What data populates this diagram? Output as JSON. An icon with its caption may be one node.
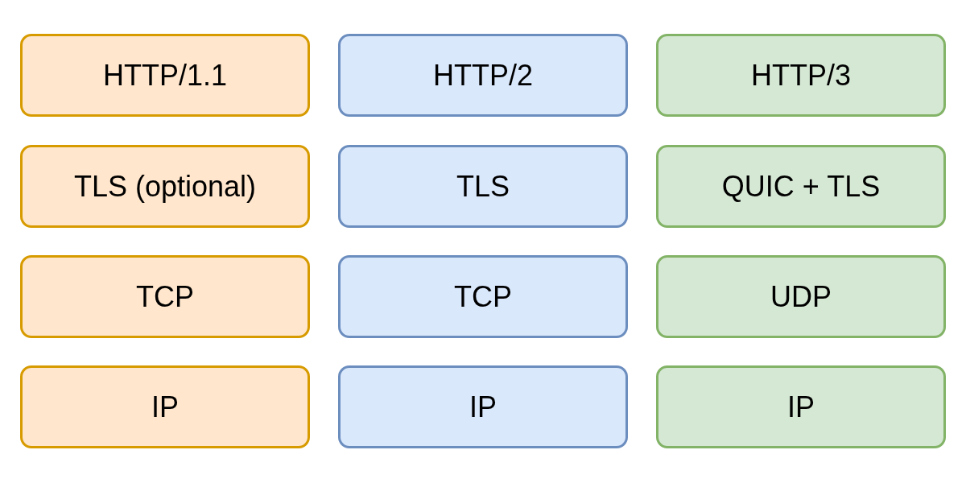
{
  "diagram": {
    "nodes": [
      {
        "text": [
          "HTTP/1.1"
        ]
      },
      {
        "text": [
          "TLS (optional)"
        ]
      },
      {
        "text": [
          "TCP"
        ]
      },
      {
        "text": [
          "IP"
        ]
      },
      {
        "text": [
          "HTTP/2"
        ]
      },
      {
        "text": [
          "TLS"
        ]
      },
      {
        "text": [
          "TCP"
        ]
      },
      {
        "text": [
          "IP"
        ]
      },
      {
        "text": [
          "HTTP/3"
        ]
      },
      {
        "text": [
          "QUIC + TLS"
        ]
      },
      {
        "text": [
          "UDP"
        ]
      },
      {
        "text": [
          "IP"
        ]
      }
    ]
  }
}
